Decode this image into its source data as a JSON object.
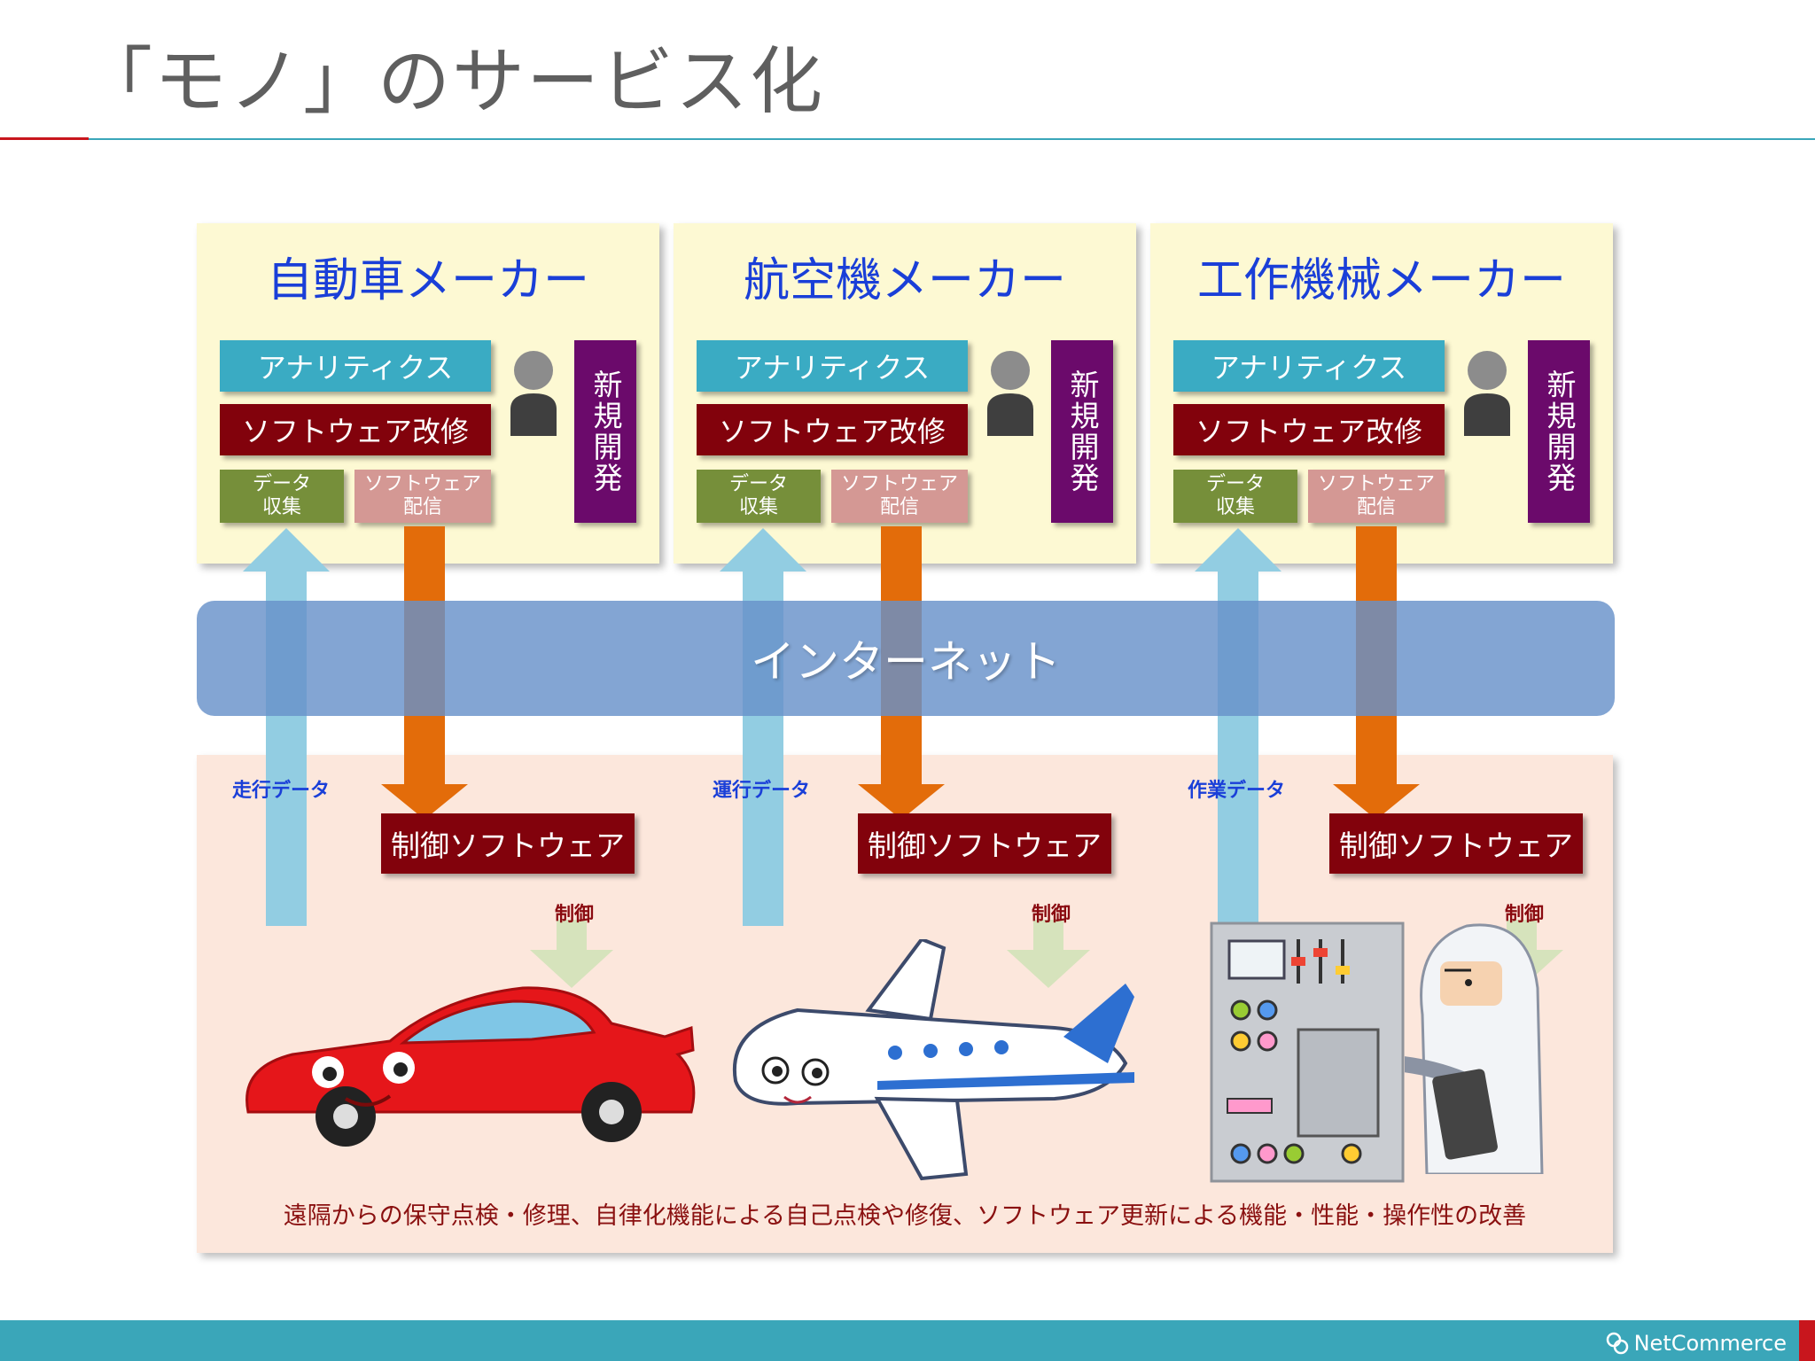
{
  "slide": {
    "title": "「モノ」のサービス化"
  },
  "makers": [
    {
      "name": "自動車メーカー",
      "analytics": "アナリティクス",
      "software_mod": "ソフトウェア改修",
      "data_collect": "データ\n収集",
      "software_delivery": "ソフトウェア\n配信",
      "new_dev": "新規開発",
      "data_label": "走行データ",
      "control_software": "制御ソフトウェア",
      "control_label": "制御"
    },
    {
      "name": "航空機メーカー",
      "analytics": "アナリティクス",
      "software_mod": "ソフトウェア改修",
      "data_collect": "データ\n収集",
      "software_delivery": "ソフトウェア\n配信",
      "new_dev": "新規開発",
      "data_label": "運行データ",
      "control_software": "制御ソフトウェア",
      "control_label": "制御"
    },
    {
      "name": "工作機械メーカー",
      "analytics": "アナリティクス",
      "software_mod": "ソフトウェア改修",
      "data_collect": "データ\n収集",
      "software_delivery": "ソフトウェア\n配信",
      "new_dev": "新規開発",
      "data_label": "作業データ",
      "control_software": "制御ソフトウェア",
      "control_label": "制御"
    }
  ],
  "internet_label": "インターネット",
  "caption": "遠隔からの保守点検・修理、自律化機能による自己点検や修復、ソフトウェア更新による機能・性能・操作性の改善",
  "footer": {
    "brand": "NetCommerce"
  },
  "colors": {
    "accent_teal": "#3aa6b9",
    "accent_red": "#c8161d",
    "maker_bg": "#fdf9d3",
    "analytics": "#3aabc3",
    "software": "#82020c",
    "data_collect": "#768f3a",
    "delivery": "#d49894",
    "new_dev": "#6b0a6b",
    "internet": "#6891c9",
    "up_arrow": "#92cde2",
    "down_arrow": "#e36c0a",
    "control_arrow": "#d6e3bc",
    "ground_bg": "#fce7dc"
  },
  "icons": [
    "person-icon",
    "car-illustration",
    "airplane-illustration",
    "control-panel-illustration",
    "worker-illustration",
    "netcommerce-logo-icon"
  ]
}
